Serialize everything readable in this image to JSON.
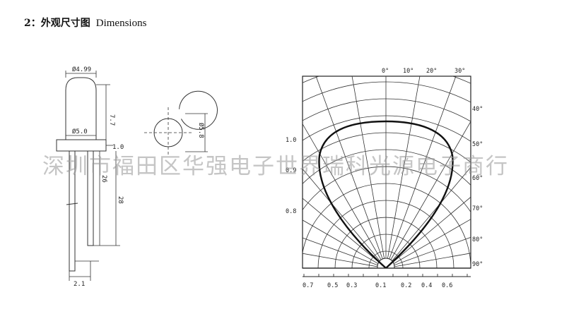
{
  "heading": {
    "number": "2：",
    "title_cn": "外观尺寸图",
    "title_en": "Dimensions"
  },
  "side_view": {
    "dia_outer": "Ø4.99",
    "dia_inner": "Ø5.0",
    "flange": "1.0",
    "height": "7.7",
    "lead_short": "26",
    "lead_long": "28",
    "pitch": "2.1"
  },
  "top_view": {
    "dia": "Ø5.8"
  },
  "polar": {
    "angles": [
      "0°",
      "10°",
      "20°",
      "30°",
      "40°",
      "50°",
      "60°",
      "70°",
      "80°",
      "90°"
    ],
    "left_scale": [
      "1.0",
      "0.9",
      "0.8"
    ],
    "bottom_scale": [
      "0.7",
      "0.5",
      "0.3",
      "0.1",
      "0.2",
      "0.4",
      "0.6"
    ]
  },
  "watermark": "深圳市福田区华强电子世界瑞科光源电子商行"
}
